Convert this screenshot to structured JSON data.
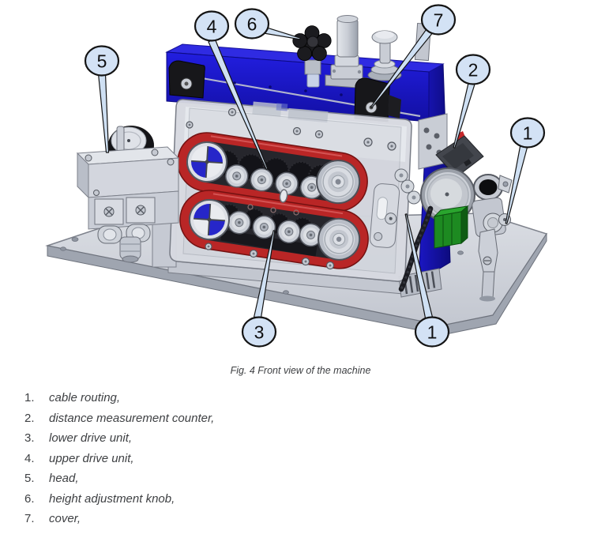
{
  "figure": {
    "caption": "Fig. 4 Front view of the machine",
    "callouts": [
      {
        "n": "4"
      },
      {
        "n": "6"
      },
      {
        "n": "7"
      },
      {
        "n": "5"
      },
      {
        "n": "2"
      },
      {
        "n": "1"
      },
      {
        "n": "3"
      },
      {
        "n": "1"
      }
    ]
  },
  "legend": {
    "items": [
      {
        "num": "1.",
        "label": "cable routing,"
      },
      {
        "num": "2.",
        "label": "distance measurement counter,"
      },
      {
        "num": "3.",
        "label": "lower drive unit,"
      },
      {
        "num": "4.",
        "label": "upper drive unit,"
      },
      {
        "num": "5.",
        "label": "head,"
      },
      {
        "num": "6.",
        "label": "height adjustment knob,"
      },
      {
        "num": "7.",
        "label": "cover,"
      }
    ]
  },
  "colors": {
    "cover_blue": "#1c18cf",
    "belt_red": "#b92626",
    "balloon_fill": "#d3e2f5",
    "green_block": "#1d8a21"
  }
}
